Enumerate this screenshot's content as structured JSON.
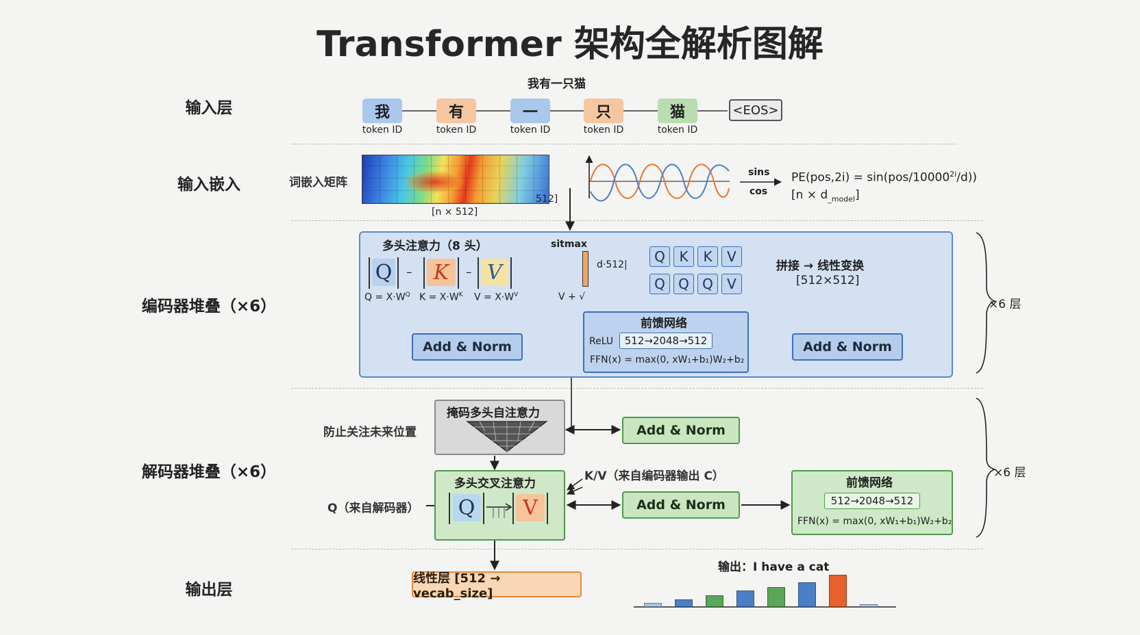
{
  "title": "Transformer 架构全解析图解",
  "rows": {
    "input_layer": "输入层",
    "input_embed": "输入嵌入",
    "encoder": "编码器堆叠（×6）",
    "decoder": "解码器堆叠（×6）",
    "output": "输出层"
  },
  "input": {
    "sentence": "我有一只猫",
    "tokens": [
      "我",
      "有",
      "一",
      "只",
      "猫"
    ],
    "token_colors": [
      "#a9c8ec",
      "#f5c7a0",
      "#a9c8ec",
      "#f5c7a0",
      "#b9ddb0"
    ],
    "token_sub": "token ID",
    "eos": "<EOS>"
  },
  "embedding": {
    "matrix_label": "词嵌入矩阵",
    "matrix_dim": "[n × 512]",
    "matrix_side": "512]",
    "sins": "sins",
    "cos": "cos",
    "pe_formula": "PE(pos,2i) = sin(pos/10000",
    "pe_sup": "2i",
    "pe_tail": "/d))",
    "pe_dim_a": "[n × d",
    "pe_dim_sub": "_model",
    "pe_dim_b": "]"
  },
  "encoder": {
    "mha_title": "多头注意力（8 头）",
    "q": "Q",
    "k": "K",
    "v": "V",
    "q_eq": "Q = X·W",
    "k_eq": "K = X·W",
    "v_eq": "V = X·W",
    "q_sup": "Q",
    "k_sup": "K",
    "v_sup": "V",
    "softmax": "sitmax",
    "v_plus": "V + √",
    "d_512": "d·512|",
    "heads_top": [
      "Q",
      "K",
      "K",
      "V"
    ],
    "heads_bottom": [
      "Q",
      "Q",
      "Q",
      "V"
    ],
    "concat": "拼接 → 线性变换",
    "concat_dim": "[512×512]",
    "ffn_title": "前馈网络",
    "relu": "ReLU",
    "ffn_dims": "512→2048→512",
    "ffn_formula": "FFN(x) = max(0, xW₁+b₁)W₂+b₂",
    "add_norm": "Add & Norm",
    "layers": "×6 层"
  },
  "decoder": {
    "masked_title": "掩码多头自注意力",
    "prevent": "防止关注未来位置",
    "cross_title": "多头交叉注意力",
    "q_from": "Q（来自解码器）",
    "kv_from": "K/V（来自编码器输出 C）",
    "q": "Q",
    "v": "V",
    "add_norm": "Add & Norm",
    "ffn_title": "前馈网络",
    "ffn_dims": "512→2048→512",
    "ffn_formula": "FFN(x) = max(0, xW₁+b₁)W₂+b₂",
    "layers": "×6 层"
  },
  "output": {
    "linear": "线性层 [512 → vecab_size]",
    "out_label": "输出：I have a cat",
    "bar_values": [
      0.12,
      0.22,
      0.35,
      0.48,
      0.58,
      0.72,
      0.95,
      0.08
    ],
    "bar_colors": [
      "#a9c3e6",
      "#4a7fc8",
      "#5aa65a",
      "#4a7fc8",
      "#5aa65a",
      "#4a7fc8",
      "#e8602c",
      "#a9c3e6"
    ]
  }
}
